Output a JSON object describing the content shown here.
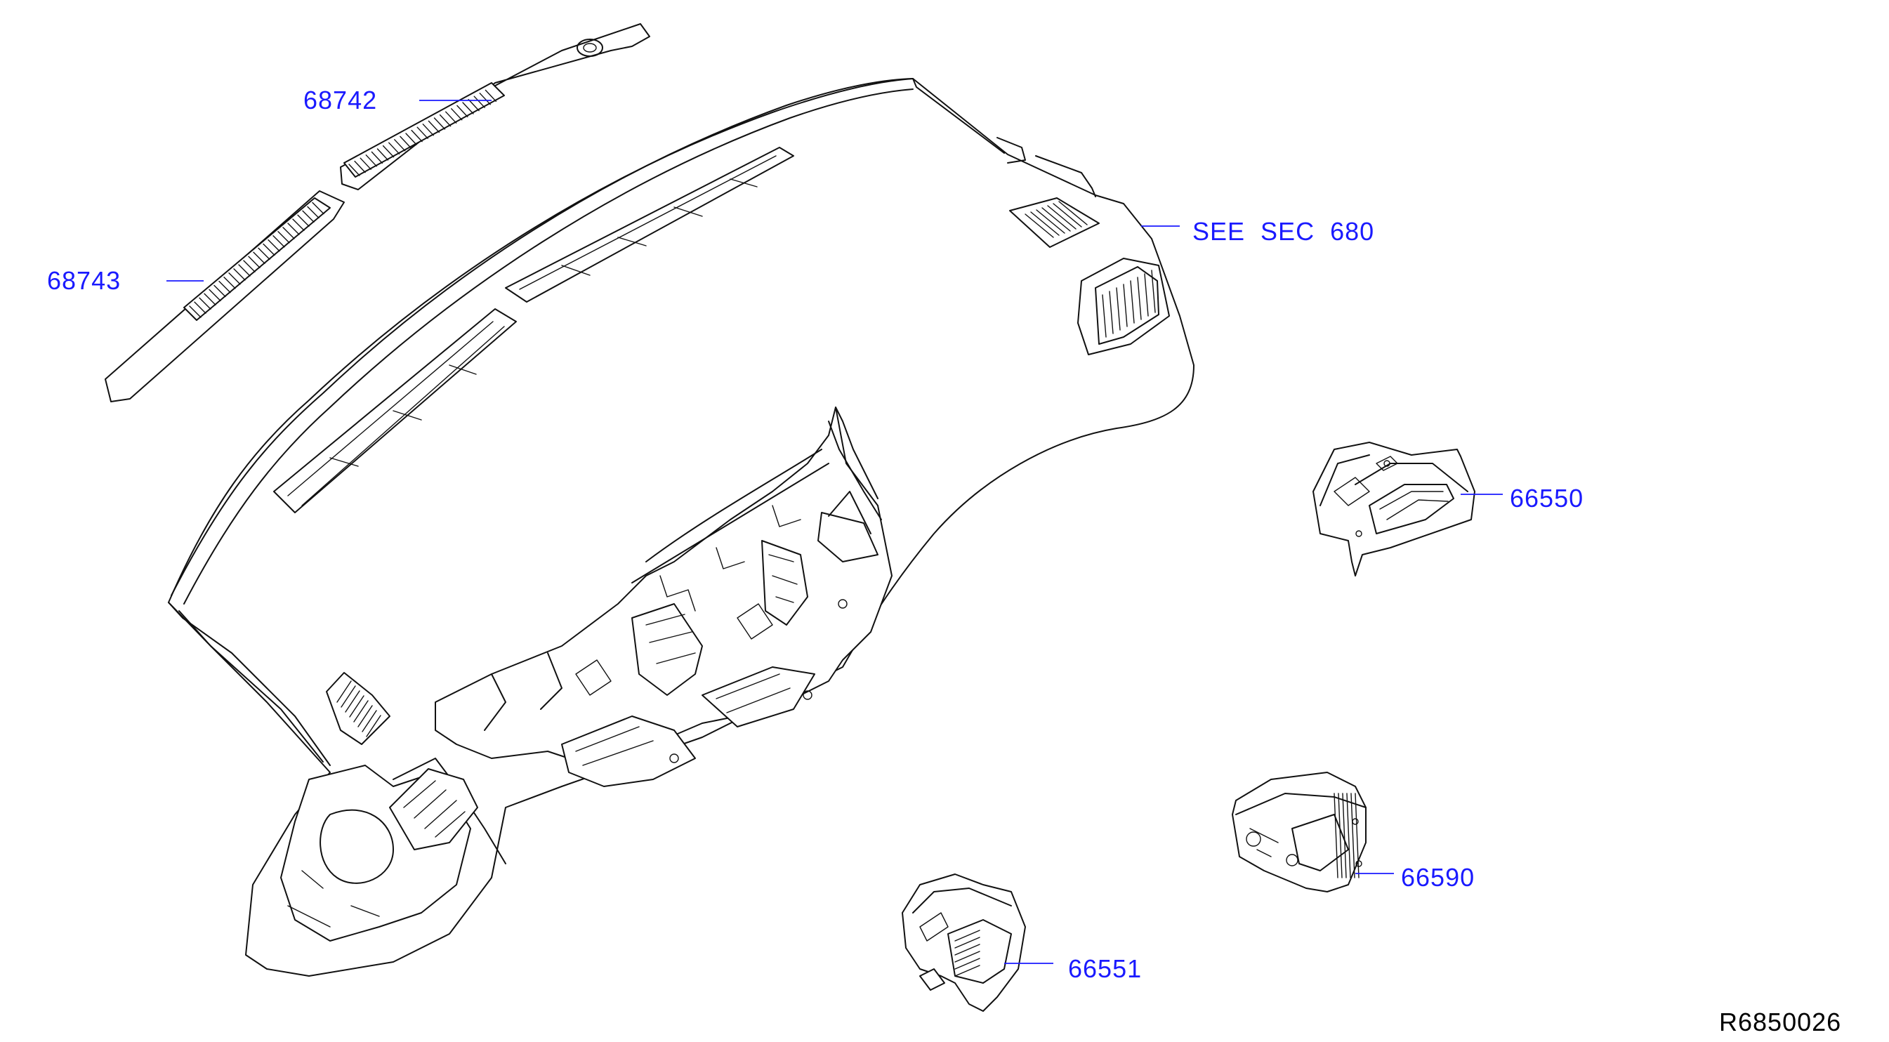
{
  "colors": {
    "label": "#1a1aff",
    "linework": "#111111",
    "background": "#ffffff"
  },
  "labels": {
    "p68742": "68742",
    "p68743": "68743",
    "see_sec": "SEE  SEC  680",
    "p66550": "66550",
    "p66590": "66590",
    "p66551": "66551"
  },
  "reference_code": "R6850026"
}
